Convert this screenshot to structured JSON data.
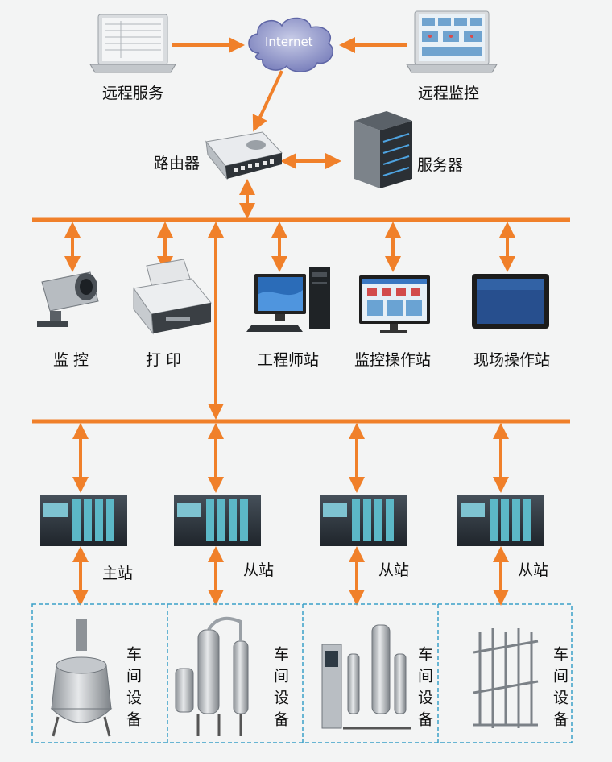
{
  "colors": {
    "bus": "#f0802a",
    "panel": "#2a2f35",
    "screen": "#1d4a8a",
    "dashed_box": "#3aa0c8"
  },
  "cloud": {
    "label": "Internet"
  },
  "labels": {
    "remote_service": "远程服务",
    "remote_monitor": "远程监控",
    "router": "路由器",
    "server": "服务器",
    "camera": "监 控",
    "printer": "打 印",
    "engineer_station": "工程师站",
    "monitor_station": "监控操作站",
    "field_station": "现场操作站",
    "master_station": "主站",
    "slave_station_1": "从站",
    "slave_station_2": "从站",
    "slave_station_3": "从站"
  },
  "equipment": [
    "车间设备",
    "车间设备",
    "车间设备",
    "车间设备"
  ]
}
